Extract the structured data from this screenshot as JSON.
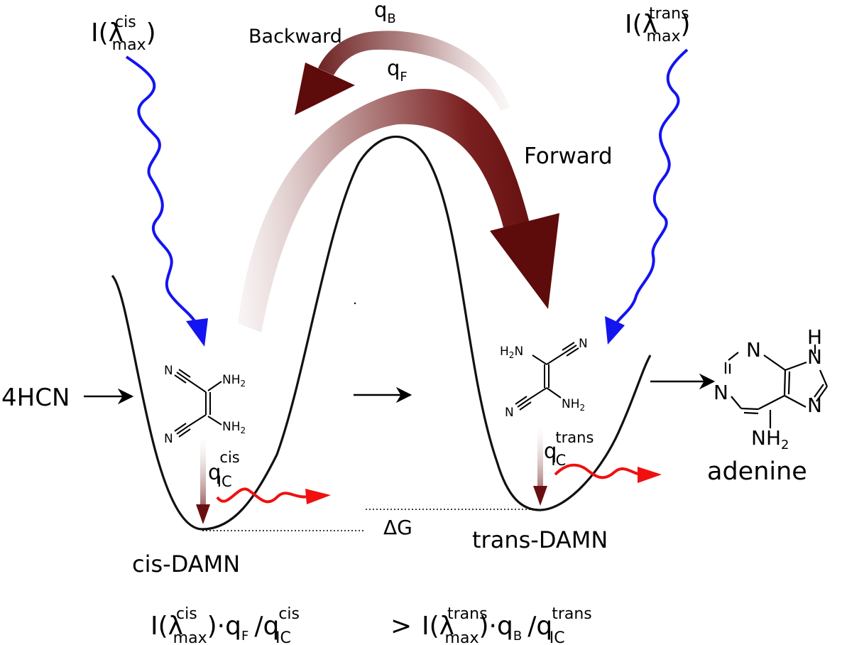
{
  "labels": {
    "i_symbol": "I(",
    "lambda": "λ",
    "max": "max",
    "close_paren": ")",
    "cis": "cis",
    "trans": "trans",
    "q": "q",
    "B": "B",
    "F": "F",
    "IC": "IC",
    "backward": "Backward",
    "forward": "Forward",
    "hcn": "4HCN",
    "cis_damn": "cis-DAMN",
    "trans_damn": "trans-DAMN",
    "adenine": "adenine",
    "delta_g": "ΔG",
    "dot": "·",
    "slash": "/",
    "greater": ">"
  },
  "atoms": {
    "N": "N",
    "H": "H",
    "NH2": "NH",
    "H2N": "H",
    "sub2": "2",
    "NH2_adenine": "NH"
  },
  "colors": {
    "photon_in": "#1414f0",
    "photon_out": "#f01010",
    "arrow_dark": "#5e0b0b",
    "arrow_light": "#e8d6d6",
    "curve": "#111111"
  }
}
